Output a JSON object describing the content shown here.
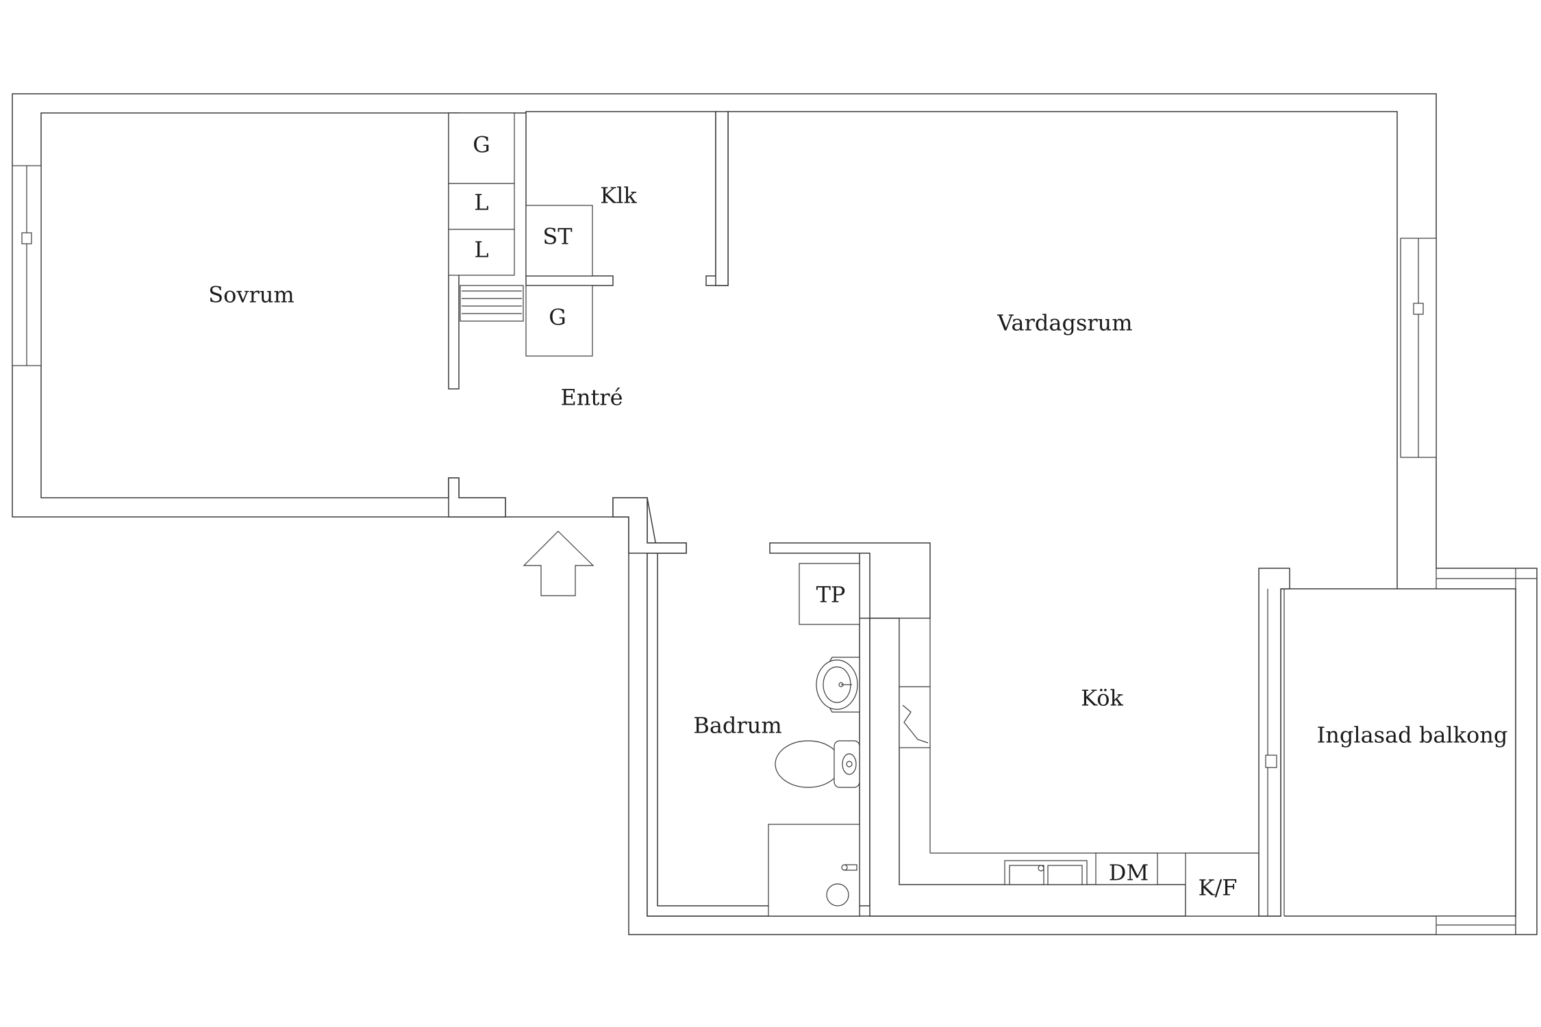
{
  "rooms": {
    "sovrum": "Sovrum",
    "vardagsrum": "Vardagsrum",
    "entre": "Entré",
    "klk": "Klk",
    "kok": "Kök",
    "badrum": "Badrum",
    "balkong": "Inglasad balkong"
  },
  "fixtures": {
    "g_top": "G",
    "l_1": "L",
    "l_2": "L",
    "st": "ST",
    "g_lower": "G",
    "tp": "TP",
    "dm": "DM",
    "kf": "K/F"
  },
  "icons": {
    "entrance": "entrance-arrow-icon"
  },
  "colors": {
    "line": "#3a3a3a",
    "text": "#1a1a1a",
    "background": "#ffffff"
  }
}
